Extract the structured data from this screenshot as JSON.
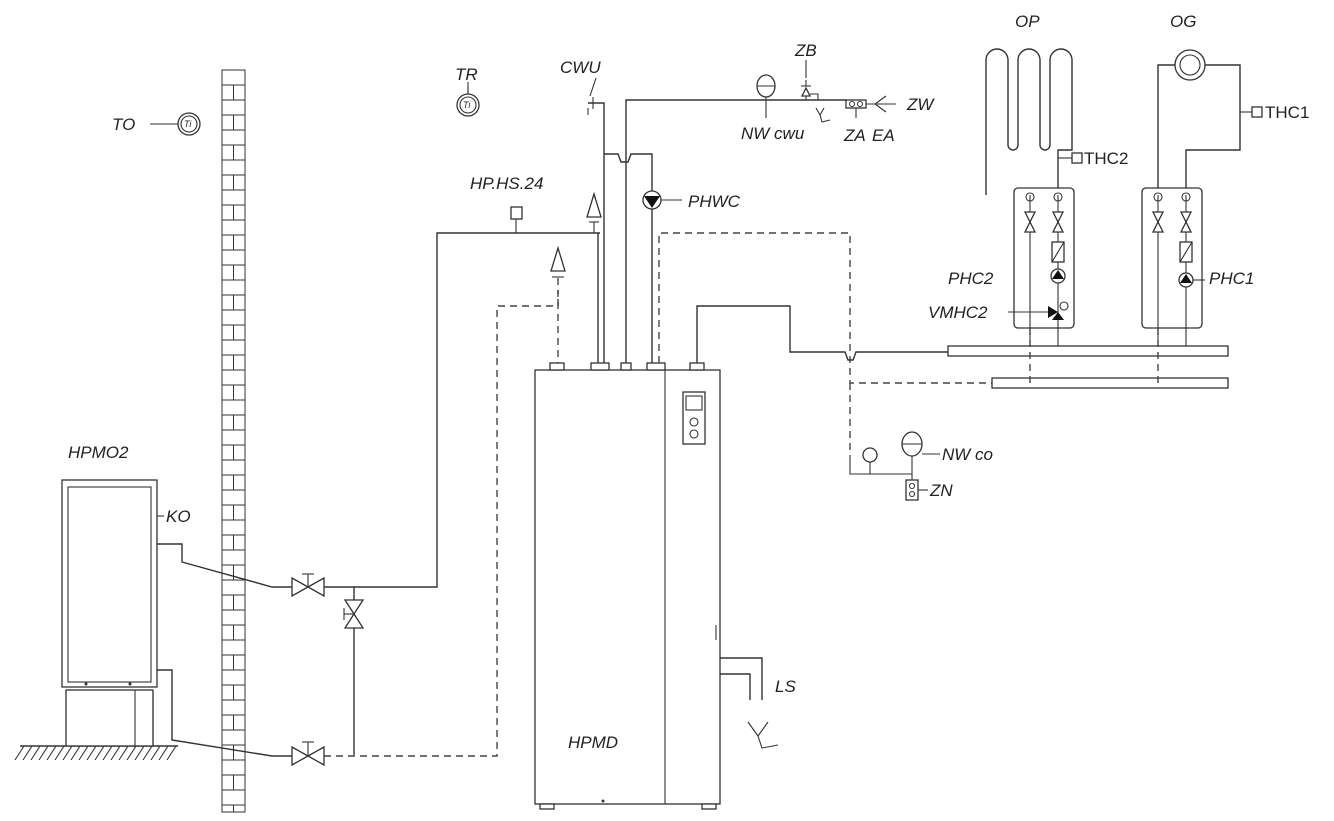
{
  "labels": {
    "to": "TO",
    "tr": "TR",
    "ti": "Ti",
    "cwu": "CWU",
    "zb": "ZB",
    "nw_cwu": "NW cwu",
    "za": "ZA",
    "ea": "EA",
    "zw": "ZW",
    "op": "OP",
    "og": "OG",
    "thc1": "THC1",
    "thc2": "THC2",
    "hp_hs_24": "HP.HS.24",
    "phwc": "PHWC",
    "phc2": "PHC2",
    "vmhc2": "VMHC2",
    "phc1": "PHC1",
    "hpmo2": "HPMO2",
    "ko": "KO",
    "nw_co": "NW co",
    "zn": "ZN",
    "ls": "LS",
    "hpmd": "HPMD"
  }
}
